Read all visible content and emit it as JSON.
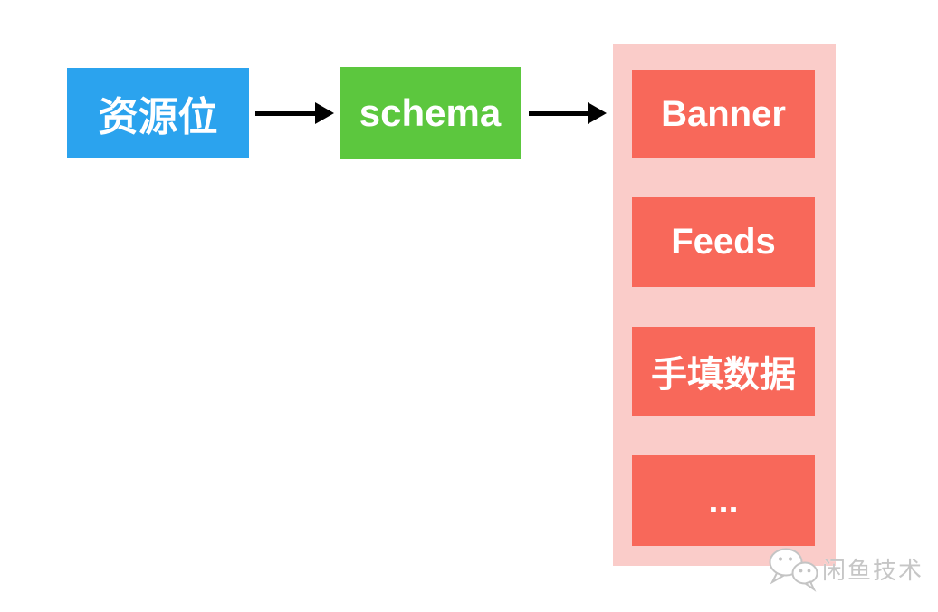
{
  "diagram": {
    "nodes": {
      "resource": {
        "label": "资源位",
        "color": "#2BA3EE"
      },
      "schema": {
        "label": "schema",
        "color": "#5CC73E"
      }
    },
    "arrows": {
      "color": "#000000"
    },
    "panel": {
      "background_color": "#FACCC9",
      "item_color": "#F8685A",
      "items": [
        {
          "label": "Banner"
        },
        {
          "label": "Feeds"
        },
        {
          "label": "手填数据"
        },
        {
          "label": "..."
        }
      ]
    }
  },
  "watermark": {
    "icon": "wechat-icon",
    "label": "闲鱼技术",
    "color": "#C6C6C6"
  }
}
